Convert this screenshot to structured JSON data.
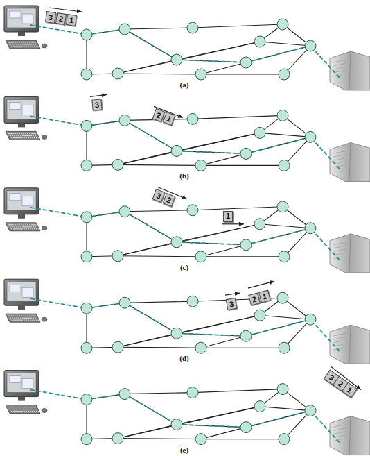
{
  "diagram": {
    "nodes": [
      {
        "text": [
          "3"
        ]
      },
      {
        "text": [
          "2"
        ]
      },
      {
        "text": [
          "1"
        ]
      },
      {
        "text": [
          "3"
        ]
      },
      {
        "text": [
          "2"
        ]
      },
      {
        "text": [
          "1"
        ]
      },
      {
        "text": [
          "3"
        ]
      },
      {
        "text": [
          "2"
        ]
      },
      {
        "text": [
          "1"
        ]
      },
      {
        "text": [
          "3"
        ]
      },
      {
        "text": [
          "2"
        ]
      },
      {
        "text": [
          "1"
        ]
      },
      {
        "text": [
          "3"
        ]
      },
      {
        "text": [
          "2"
        ]
      },
      {
        "text": [
          "1"
        ]
      }
    ],
    "labels": [
      "(a)",
      "(b)",
      "(c)",
      "(d)",
      "(e)"
    ]
  }
}
